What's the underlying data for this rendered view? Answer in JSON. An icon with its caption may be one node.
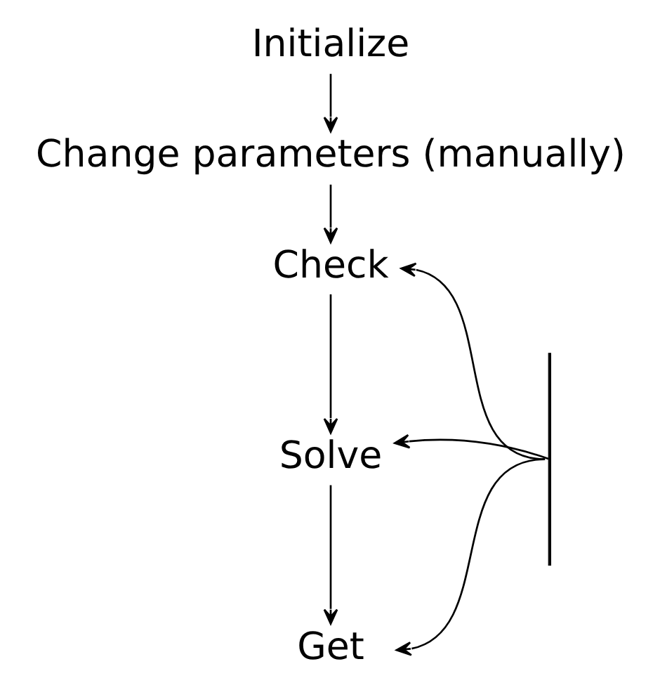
{
  "diagram": {
    "nodes": [
      {
        "text": [
          "Initialize"
        ]
      },
      {
        "text": [
          "Change parameters (manually)"
        ]
      },
      {
        "text": [
          "Check"
        ]
      },
      {
        "text": [
          "Solve"
        ]
      },
      {
        "text": [
          "Get"
        ]
      },
      {
        "text": [],
        "shape": "bar"
      }
    ],
    "edges": [
      {
        "from": 0,
        "to": 1,
        "arrow": "to"
      },
      {
        "from": 1,
        "to": 2,
        "arrow": "to"
      },
      {
        "from": 2,
        "to": 3,
        "arrow": "to"
      },
      {
        "from": 3,
        "to": 4,
        "arrow": "to"
      },
      {
        "from": 5,
        "to": 2,
        "arrow": "to"
      },
      {
        "from": 5,
        "to": 3,
        "arrow": "to"
      },
      {
        "from": 5,
        "to": 4,
        "arrow": "to"
      }
    ]
  }
}
